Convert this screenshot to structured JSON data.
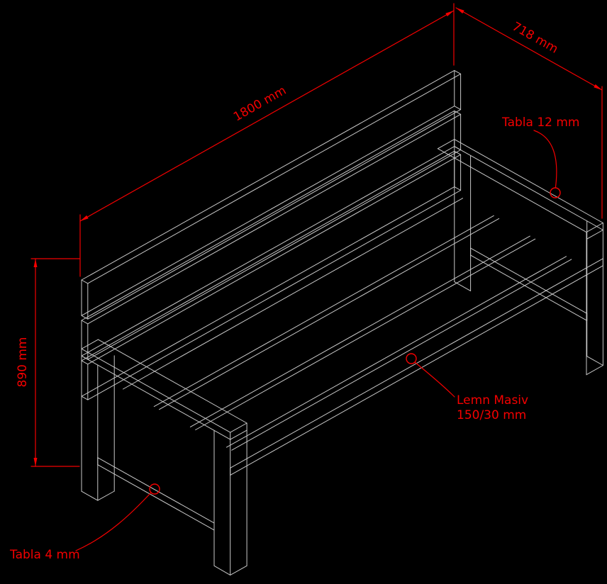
{
  "colors": {
    "background": "#000000",
    "line_color": "#c9c9c9",
    "annotation_color": "#f40000"
  },
  "dimensions": {
    "length": {
      "label": "1800 mm"
    },
    "depth": {
      "label": "718 mm"
    },
    "height": {
      "label": "890 mm"
    }
  },
  "callouts": {
    "sheet_12": {
      "label": "Tabla 12 mm"
    },
    "solid_wood": {
      "line1": "Lemn Masiv",
      "line2": "150/30 mm"
    },
    "sheet_4": {
      "label": "Tabla 4 mm"
    }
  }
}
